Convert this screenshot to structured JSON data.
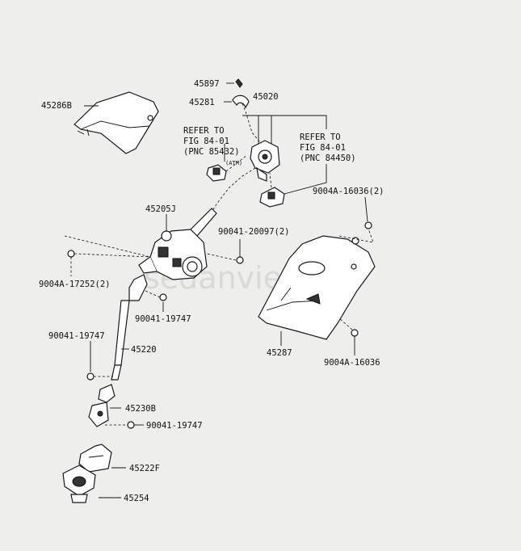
{
  "callouts": {
    "p45897": "45897",
    "p45281": "45281",
    "p45020": "45020",
    "p45286b": "45286B",
    "ref1_l1": "REFER TO",
    "ref1_l2": "FIG 84-01",
    "ref1_l3": "(PNC 85432)",
    "atm": "(ATM)",
    "ref2_l1": "REFER TO",
    "ref2_l2": "FIG 84-01",
    "ref2_l3": "(PNC 84450)",
    "p9004a_16036_2": "9004A-16036(2)",
    "p45205j": "45205J",
    "p90041_20097_2": "90041-20097(2)",
    "p9004a_17252_2": "9004A-17252(2)",
    "p90041_19747_a": "90041-19747",
    "p90041_19747_b": "90041-19747",
    "p45220": "45220",
    "p45287": "45287",
    "p9004a_16036": "9004A-16036",
    "p45230b": "45230B",
    "p90041_19747_c": "90041-19747",
    "p45222f": "45222F",
    "p45254": "45254"
  },
  "watermark": "sedanviet.vn"
}
